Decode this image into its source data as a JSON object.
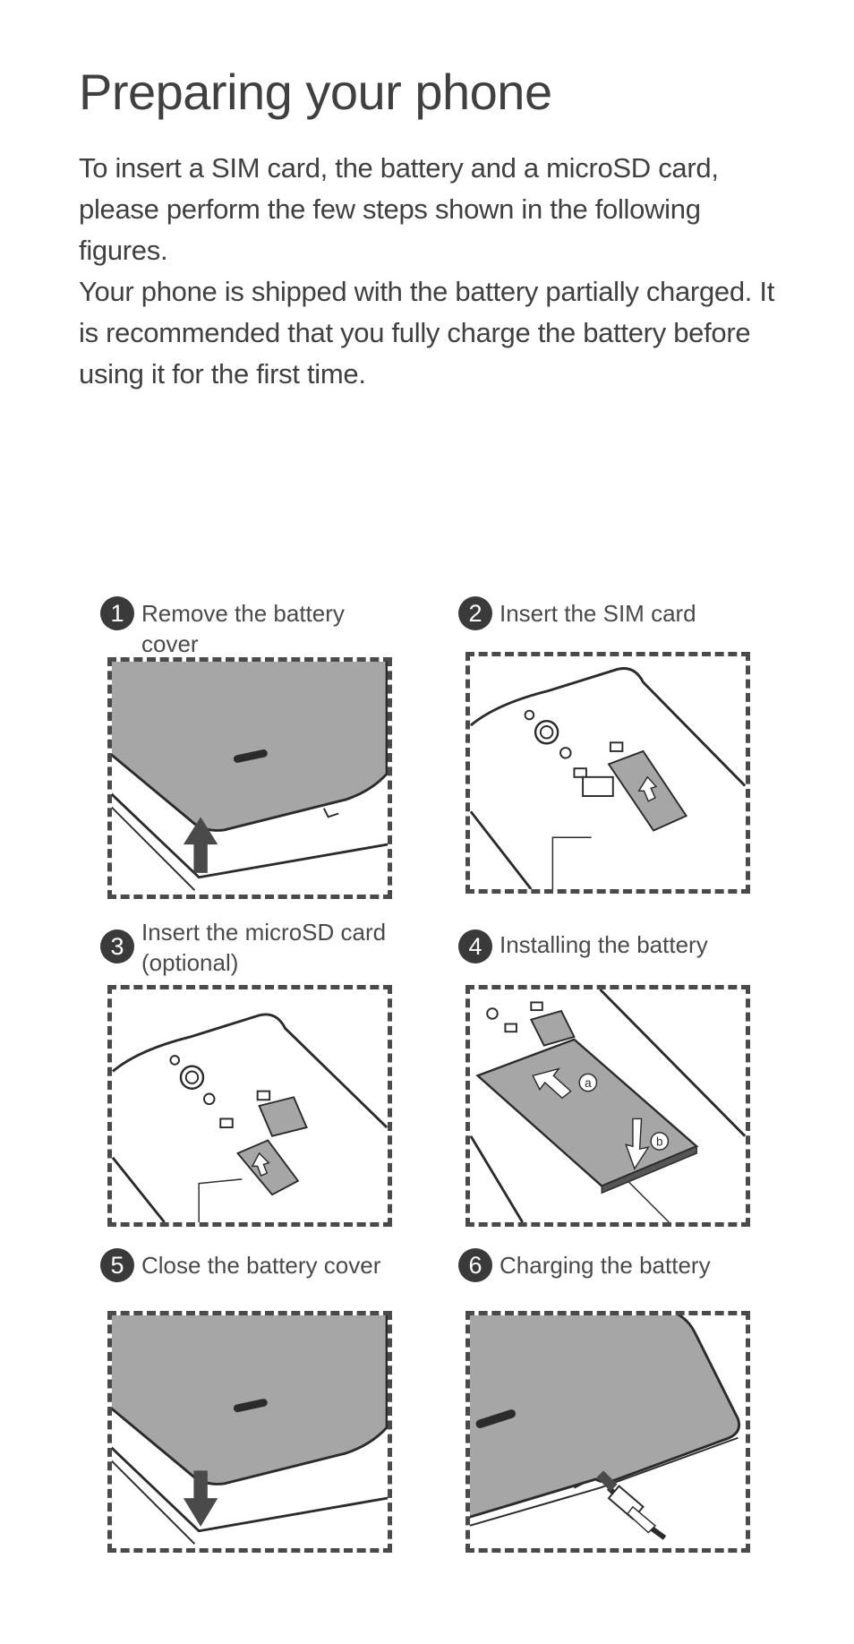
{
  "page": {
    "title": "Preparing your phone",
    "intro": [
      "To insert a SIM card, the battery and a microSD card, please perform the few steps shown in the following figures.",
      "Your phone is shipped with the battery partially charged. It is recommended that you fully charge the battery before using it for the first time."
    ]
  },
  "steps": [
    {
      "number": "1",
      "label": "Remove the battery cover"
    },
    {
      "number": "2",
      "label": "Insert the SIM card"
    },
    {
      "number": "3",
      "label": "Insert the microSD card (optional)"
    },
    {
      "number": "4",
      "label": "Installing the battery"
    },
    {
      "number": "5",
      "label": "Close the battery cover"
    },
    {
      "number": "6",
      "label": "Charging the battery"
    }
  ],
  "markers": {
    "a": "a",
    "b": "b"
  },
  "colors": {
    "cover_gray": "#a6a6a6",
    "ink": "#2b2b2b",
    "arrow": "#4a4a4a"
  }
}
